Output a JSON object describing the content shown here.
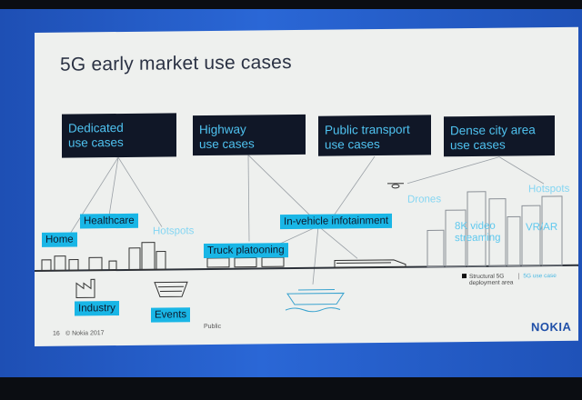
{
  "slide": {
    "title": "5G early market use cases",
    "categories": [
      {
        "line1": "Dedicated",
        "line2": "use cases"
      },
      {
        "line1": "Highway",
        "line2": "use cases"
      },
      {
        "line1": "Public transport",
        "line2": "use cases"
      },
      {
        "line1": "Dense city area",
        "line2": "use cases"
      }
    ],
    "tags": {
      "home": "Home",
      "healthcare": "Healthcare",
      "industry": "Industry",
      "events": "Events",
      "truck": "Truck platooning",
      "infotainment": "In-vehicle infotainment",
      "video": "8K video\nstreaming",
      "vrar": "VR/AR"
    },
    "plain": {
      "hotspots_left": "Hotspots",
      "drones": "Drones",
      "hotspots_right": "Hotspots"
    },
    "legend": {
      "structural": "Structural 5G\ndeployment area",
      "usecase": "5G use case"
    },
    "footer": {
      "page": "16",
      "copyright": "© Nokia 2017",
      "classification": "Public"
    },
    "logo": "NOKIA",
    "colors": {
      "accent": "#19b6e6",
      "box": "#101727",
      "frame": "#2a67d6"
    }
  }
}
